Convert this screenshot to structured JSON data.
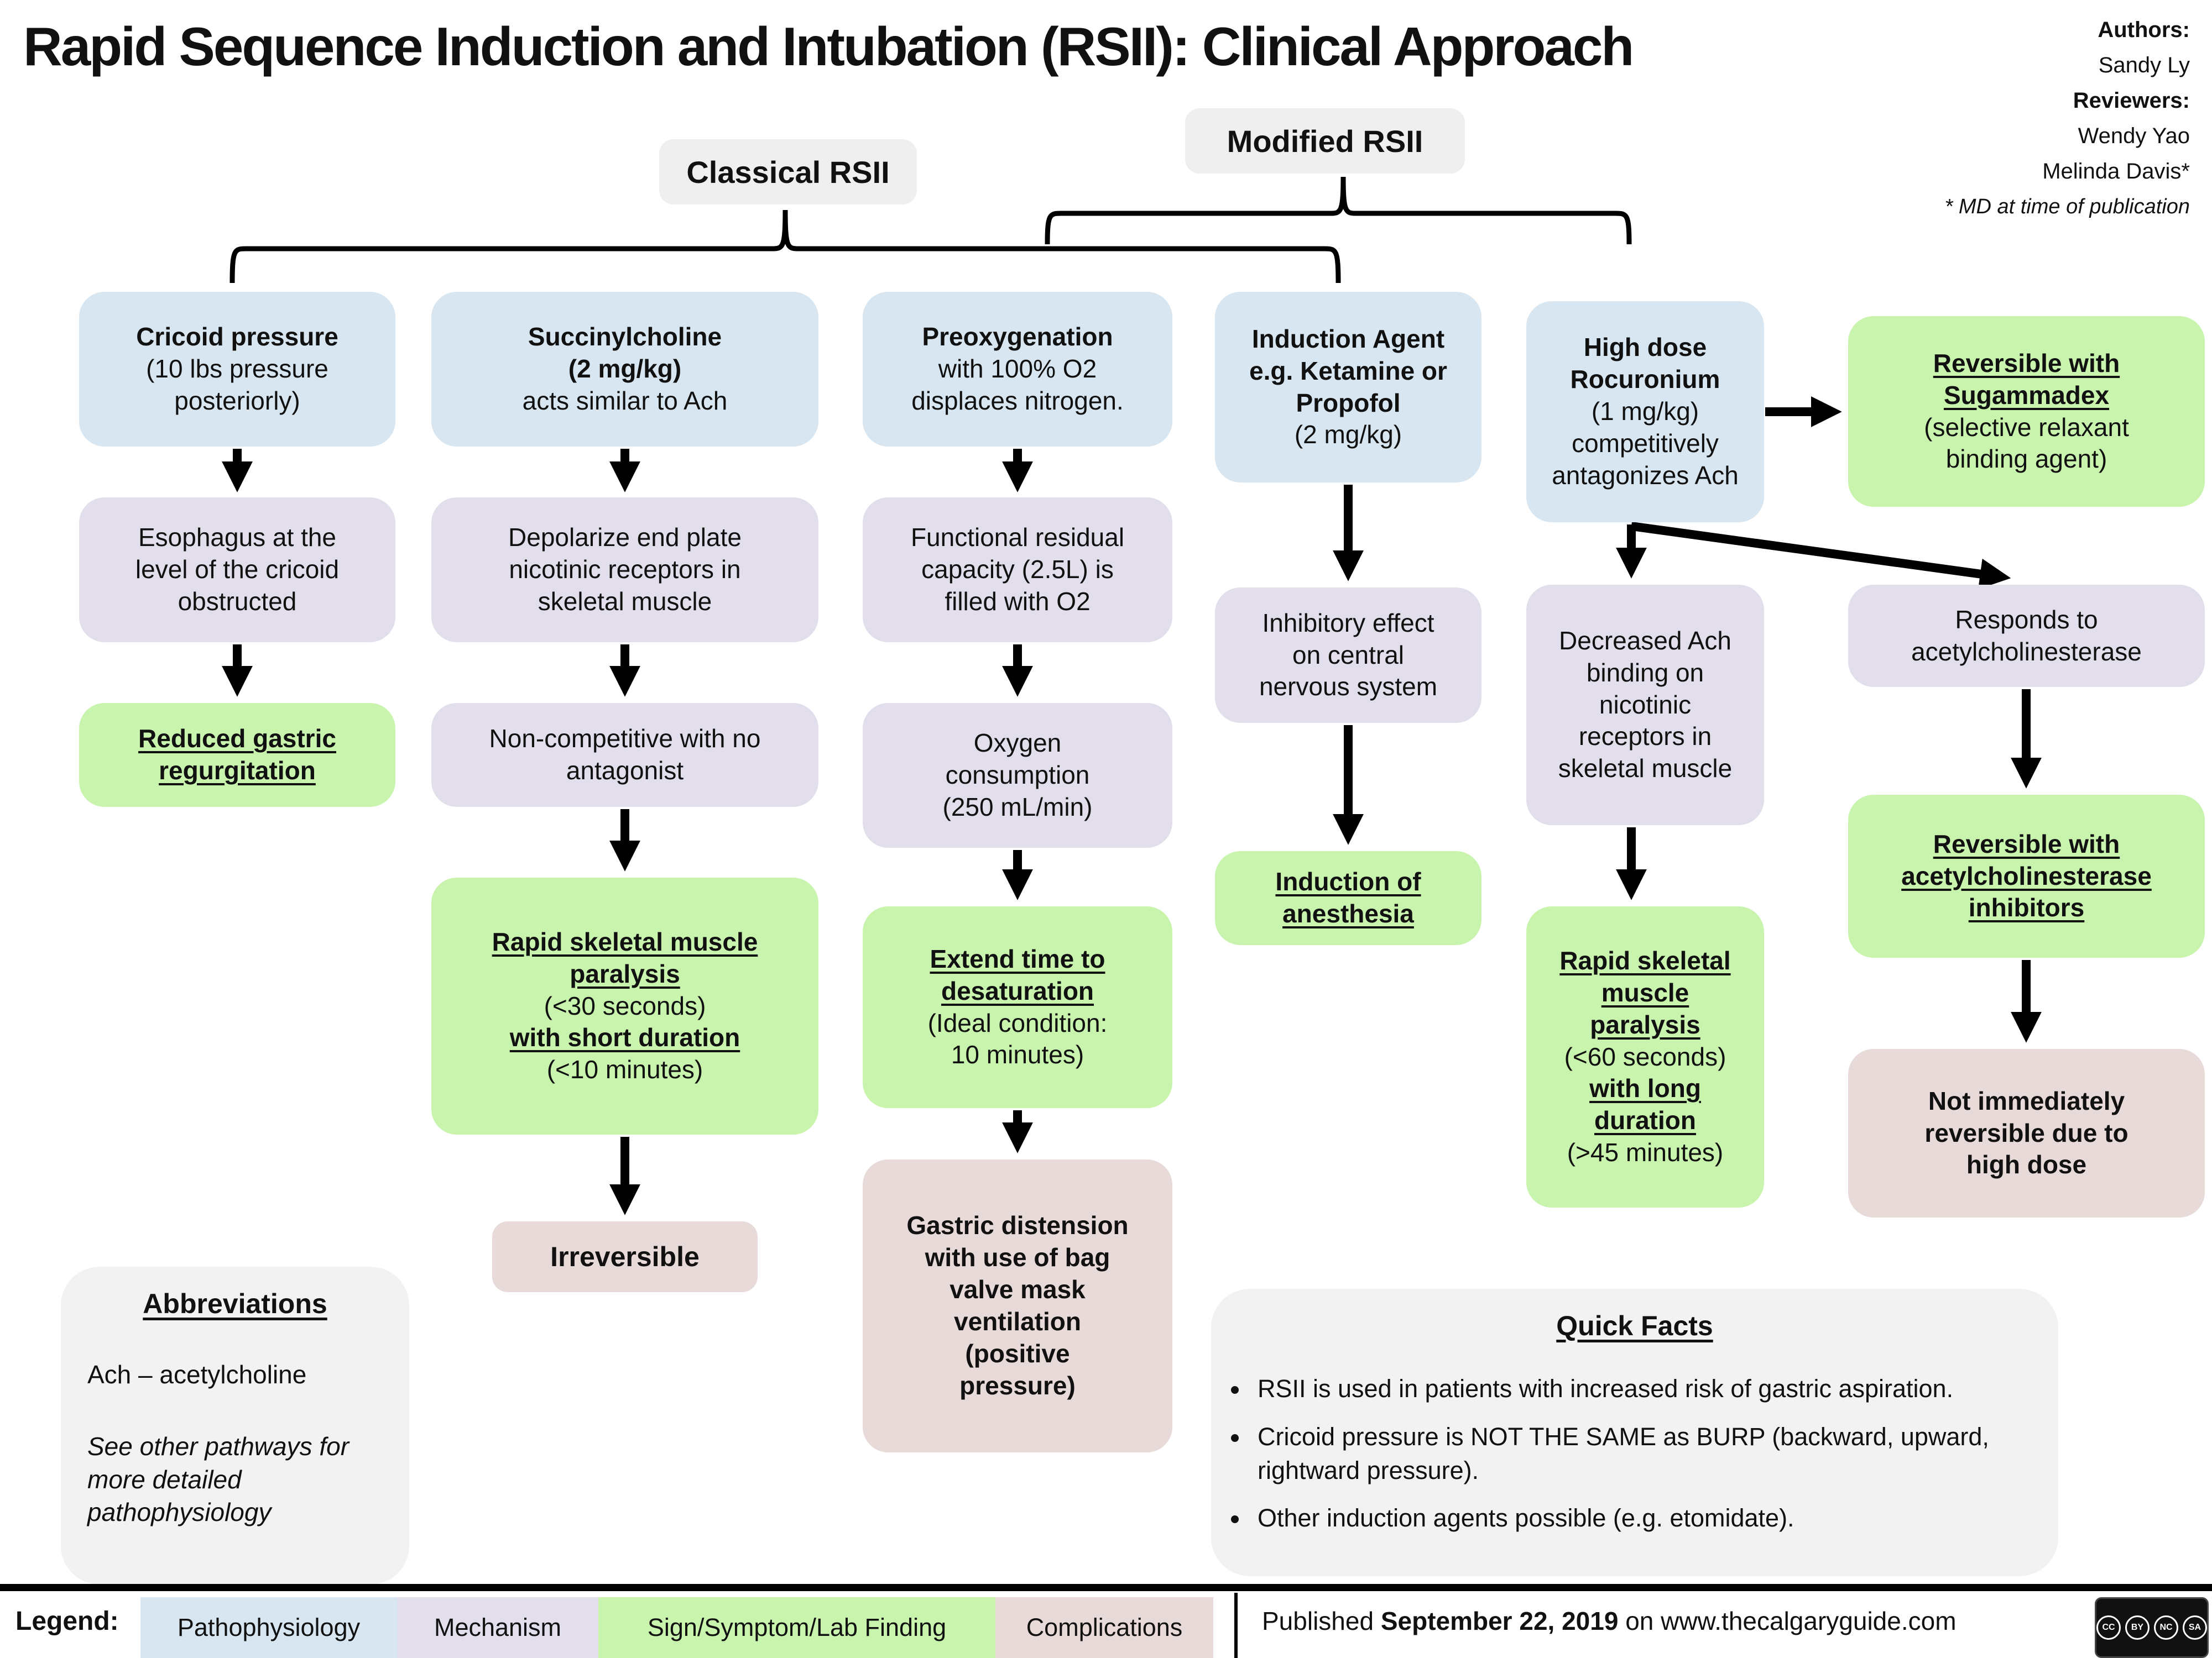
{
  "title": "Rapid Sequence Induction and Intubation (RSII): Clinical Approach",
  "credits": {
    "authors_label": "Authors:",
    "author": "Sandy Ly",
    "reviewers_label": "Reviewers:",
    "reviewer1": "Wendy Yao",
    "reviewer2": "Melinda Davis*",
    "note": "* MD at time of publication"
  },
  "headers": {
    "classical": "Classical RSII",
    "modified": "Modified RSII"
  },
  "boxes": {
    "cricoid1": {
      "lines": [
        "Cricoid pressure",
        "(10 lbs pressure",
        "posteriorly)"
      ]
    },
    "cricoid2": {
      "lines": [
        "Esophagus at the",
        "level of the cricoid",
        "obstructed"
      ]
    },
    "cricoid3": {
      "lines": [
        "Reduced gastric",
        "regurgitation"
      ]
    },
    "succ1": {
      "lines": [
        "Succinylcholine",
        "(2 mg/kg)",
        "acts similar to Ach"
      ]
    },
    "succ2": {
      "lines": [
        "Depolarize end plate",
        "nicotinic receptors in",
        "skeletal muscle"
      ]
    },
    "succ3": {
      "lines": [
        "Non-competitive with no",
        "antagonist"
      ]
    },
    "succ4": {
      "lines": [
        "Rapid skeletal muscle",
        "paralysis",
        "(<30 seconds)",
        "with short duration",
        "(<10 minutes)"
      ]
    },
    "succ5": {
      "lines": [
        "Irreversible"
      ]
    },
    "preox1": {
      "lines": [
        "Preoxygenation",
        "with 100% O2",
        "displaces nitrogen."
      ]
    },
    "preox2": {
      "lines": [
        "Functional residual",
        "capacity (2.5L) is",
        "filled with O2"
      ]
    },
    "preox3": {
      "lines": [
        "Oxygen",
        "consumption",
        "(250 mL/min)"
      ]
    },
    "preox4": {
      "lines": [
        "Extend time to",
        "desaturation",
        "(Ideal condition:",
        "10 minutes)"
      ]
    },
    "preox5": {
      "lines": [
        "Gastric distension",
        "with use of bag",
        "valve mask",
        "ventilation",
        "(positive",
        "pressure)"
      ]
    },
    "induct1": {
      "lines": [
        "Induction Agent",
        "e.g. Ketamine or",
        "Propofol",
        "(2 mg/kg)"
      ]
    },
    "induct2": {
      "lines": [
        "Inhibitory effect",
        "on central",
        "nervous system"
      ]
    },
    "induct3": {
      "lines": [
        "Induction of",
        "anesthesia"
      ]
    },
    "rocur1": {
      "lines": [
        "High dose",
        "Rocuronium",
        "(1 mg/kg)",
        "competitively",
        "antagonizes Ach"
      ]
    },
    "rocur2": {
      "lines": [
        "Decreased Ach",
        "binding on",
        "nicotinic",
        "receptors in",
        "skeletal muscle"
      ]
    },
    "rocur3": {
      "lines": [
        "Rapid skeletal",
        "muscle",
        "paralysis",
        "(<60 seconds)",
        "with long",
        "duration",
        "(>45 minutes)"
      ]
    },
    "sugam": {
      "lines": [
        "Reversible with",
        "Sugammadex",
        "(selective relaxant",
        "binding agent)"
      ]
    },
    "responds": {
      "lines": [
        "Responds to",
        "acetylcholinesterase"
      ]
    },
    "achei": {
      "lines": [
        "Reversible with",
        "acetylcholinesterase",
        "inhibitors"
      ]
    },
    "notrev": {
      "lines": [
        "Not immediately",
        "reversible due to",
        "high dose"
      ]
    }
  },
  "abbreviations": {
    "title": "Abbreviations",
    "item1": "Ach – acetylcholine",
    "note": "See other pathways for more detailed pathophysiology"
  },
  "quick_facts": {
    "title": "Quick Facts",
    "bullets": [
      "RSII is used in patients with increased risk of gastric aspiration.",
      "Cricoid pressure is NOT THE SAME as BURP (backward, upward, rightward pressure).",
      "Other induction agents possible (e.g. etomidate)."
    ]
  },
  "legend": {
    "label": "Legend:",
    "items": [
      {
        "text": "Pathophysiology",
        "color": "#d7e6f0"
      },
      {
        "text": "Mechanism",
        "color": "#e3deeb"
      },
      {
        "text": "Sign/Symptom/Lab Finding",
        "color": "#c9f4ae"
      },
      {
        "text": "Complications",
        "color": "#e8dad8"
      }
    ]
  },
  "footer": {
    "published_prefix": "Published",
    "published_date": "September 22, 2019",
    "published_suffix": "on www.thecalgaryguide.com",
    "cc_badge": [
      "CC",
      "BY",
      "NC",
      "SA"
    ]
  },
  "colors": {
    "pathophysiology": "#d7e6f0",
    "mechanism": "#e3deeb",
    "sign_symptom_lab_finding": "#c9f4ae",
    "complications": "#e8dad8",
    "header_bg": "#efefef",
    "panel_bg": "#f2f2f2"
  }
}
